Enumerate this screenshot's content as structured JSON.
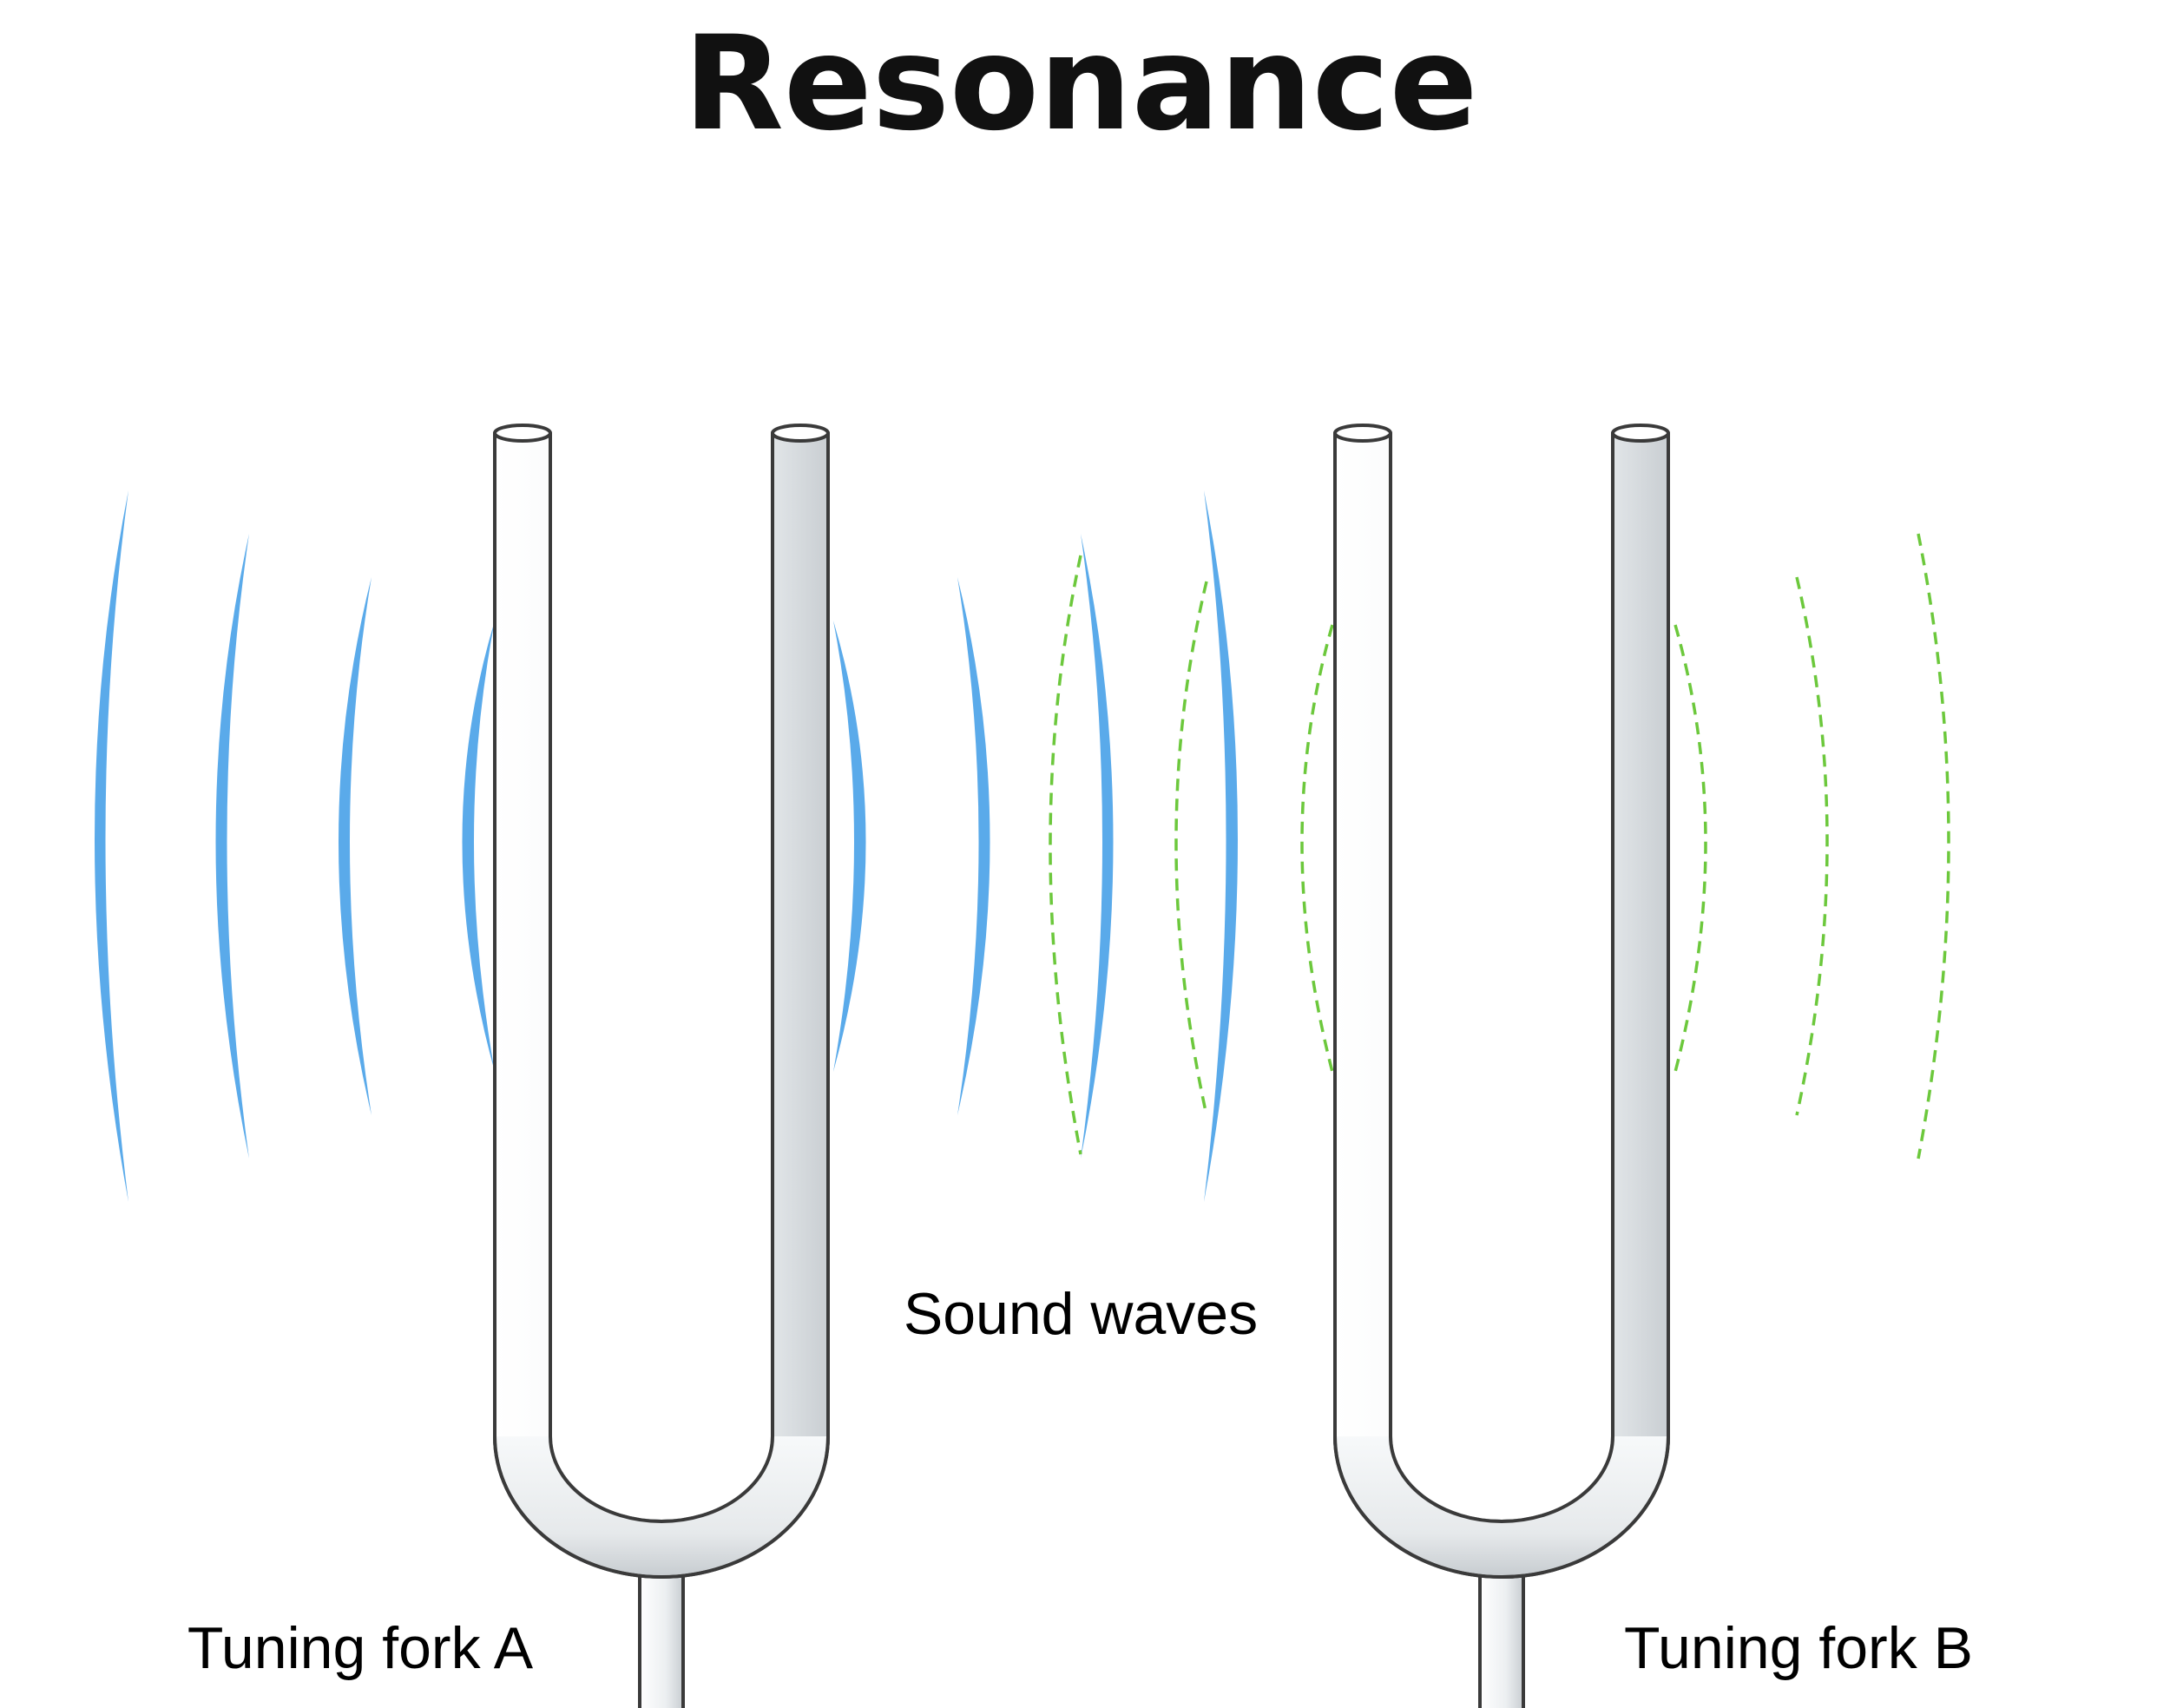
{
  "title": "Resonance",
  "labels": {
    "sound_waves": "Sound waves",
    "fork_a": "Tuning fork A",
    "fork_b": "Tuning fork B"
  },
  "colors": {
    "wave_fork_a": "#5aaaea",
    "wave_fork_b": "#6cc83c",
    "fork_body": "#f2f4f5",
    "fork_outline": "#3a3a3a"
  }
}
